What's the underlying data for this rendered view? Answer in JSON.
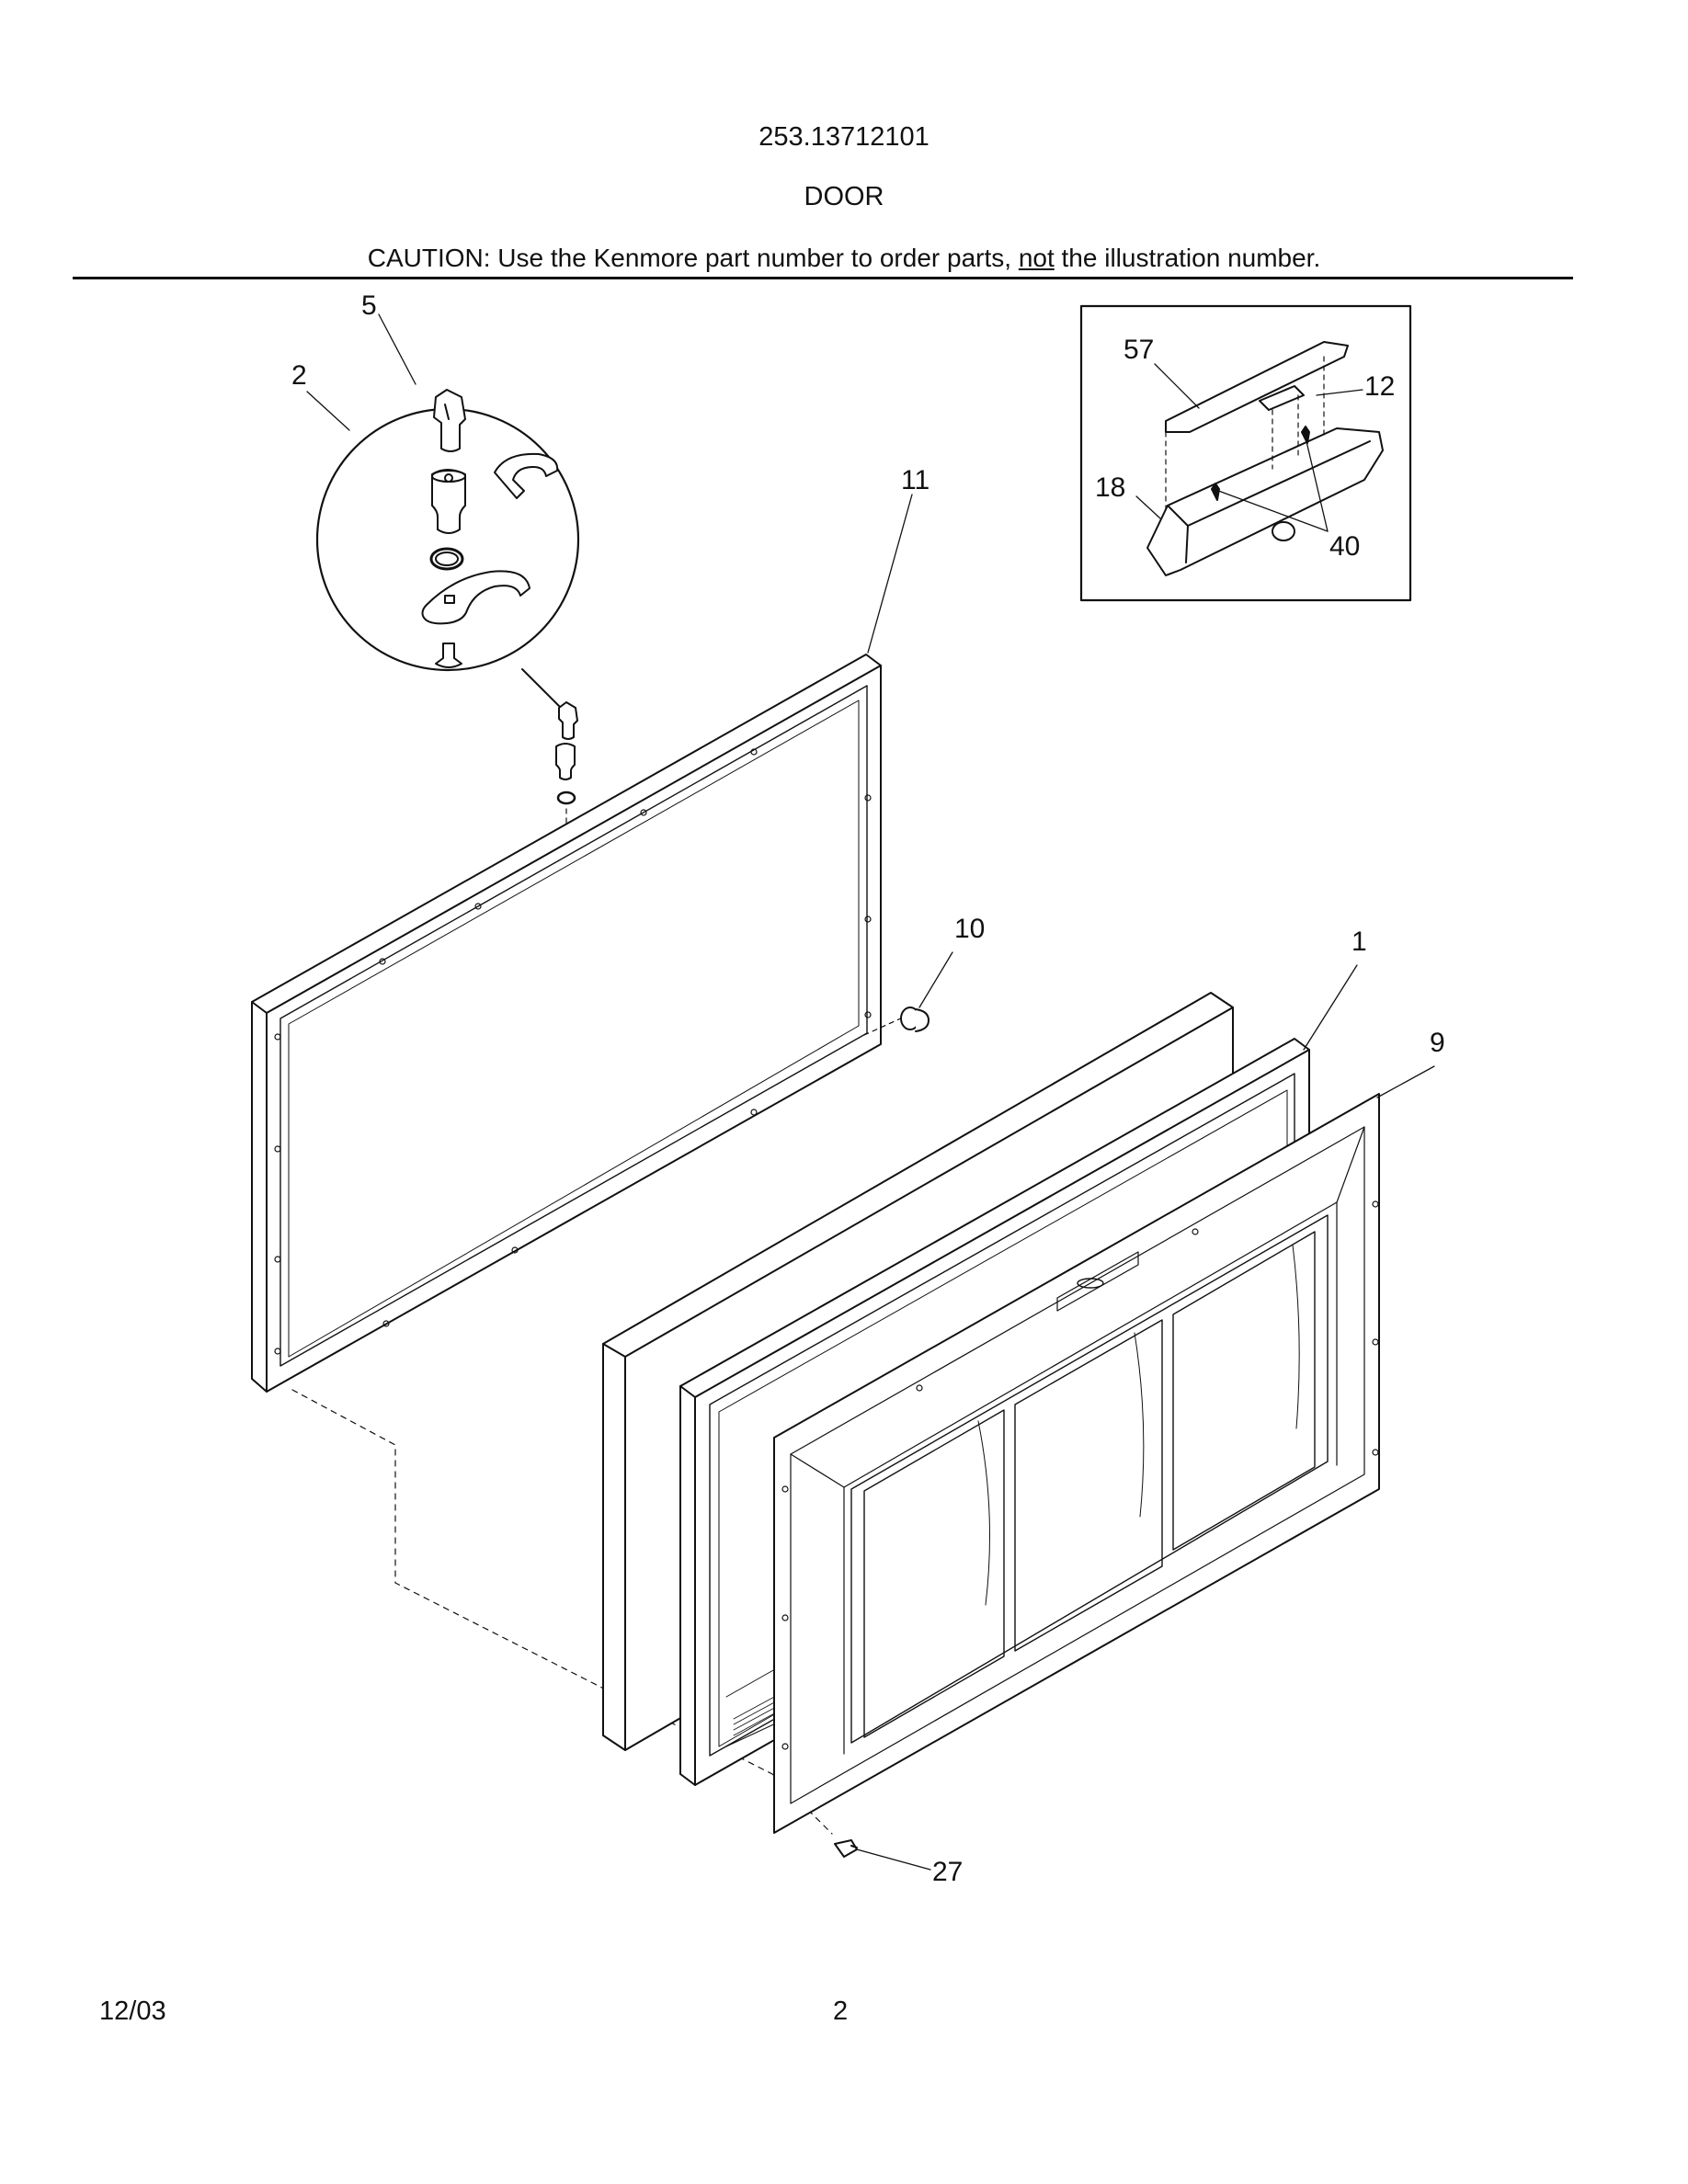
{
  "header": {
    "model_number": "253.13712101",
    "section_title": "DOOR",
    "caution_prefix": "CAUTION: Use the Kenmore part number to order parts, ",
    "caution_emphasis": "not",
    "caution_suffix": " the illustration number."
  },
  "callouts": [
    {
      "id": "c5",
      "label": "5"
    },
    {
      "id": "c2",
      "label": "2"
    },
    {
      "id": "c11",
      "label": "11"
    },
    {
      "id": "c57",
      "label": "57"
    },
    {
      "id": "c12",
      "label": "12"
    },
    {
      "id": "c18",
      "label": "18"
    },
    {
      "id": "c40",
      "label": "40"
    },
    {
      "id": "c10",
      "label": "10"
    },
    {
      "id": "c1",
      "label": "1"
    },
    {
      "id": "c9",
      "label": "9"
    },
    {
      "id": "c27",
      "label": "27"
    }
  ],
  "footer": {
    "date": "12/03",
    "page_number": "2"
  }
}
